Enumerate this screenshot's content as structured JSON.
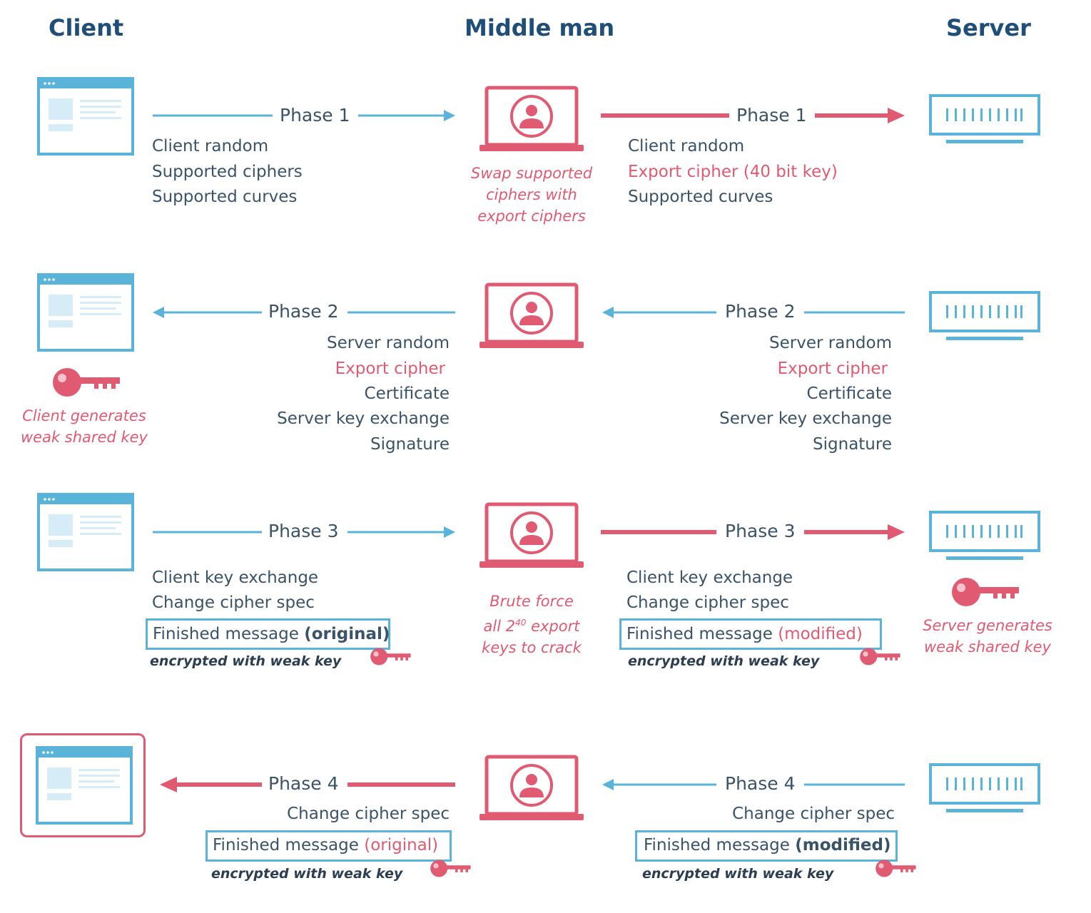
{
  "headers": {
    "client": "Client",
    "middle": "Middle man",
    "server": "Server"
  },
  "colors": {
    "blue": "#5ab4da",
    "red": "#e05a72",
    "navy": "#1f4f78",
    "text": "#3a5368"
  },
  "icons": {
    "client": "browser-window-icon",
    "middle": "laptop-user-icon",
    "server": "server-icon",
    "key": "key-icon"
  },
  "phase1": {
    "left_label": "Phase 1",
    "right_label": "Phase 1",
    "client_items": [
      "Client random",
      "Supported ciphers",
      "Supported curves"
    ],
    "server_items": [
      "Client random",
      "Export cipher (40 bit key)",
      "Supported curves"
    ],
    "middle_note": [
      "Swap supported",
      "ciphers with",
      "export ciphers"
    ]
  },
  "phase2": {
    "left_label": "Phase 2",
    "right_label": "Phase 2",
    "left_items": [
      "Server random",
      "Export cipher",
      "Certificate",
      "Server key exchange",
      "Signature"
    ],
    "right_items": [
      "Server random",
      "Export cipher",
      "Certificate",
      "Server key exchange",
      "Signature"
    ],
    "client_note": [
      "Client generates",
      "weak shared key"
    ]
  },
  "phase3": {
    "left_label": "Phase 3",
    "right_label": "Phase 3",
    "left_items": [
      "Client key exchange",
      "Change cipher spec"
    ],
    "right_items": [
      "Client key exchange",
      "Change cipher spec"
    ],
    "left_finished": {
      "prefix": "Finished message ",
      "tag": "(original)"
    },
    "right_finished": {
      "prefix": "Finished message ",
      "tag": "(modified)"
    },
    "encrypted": "encrypted with weak key",
    "middle_note": {
      "line1": "Brute force",
      "line2_pre": "all 2",
      "line2_sup": "40",
      "line2_post": " export",
      "line3": "keys to crack"
    },
    "server_note": [
      "Server generates",
      "weak shared key"
    ]
  },
  "phase4": {
    "left_label": "Phase 4",
    "right_label": "Phase 4",
    "left_items": [
      "Change cipher spec"
    ],
    "right_items": [
      "Change cipher spec"
    ],
    "left_finished": {
      "prefix": "Finished message ",
      "tag": "(original)"
    },
    "right_finished": {
      "prefix": "Finished message ",
      "tag": "(modified)"
    },
    "encrypted": "encrypted with weak key"
  }
}
